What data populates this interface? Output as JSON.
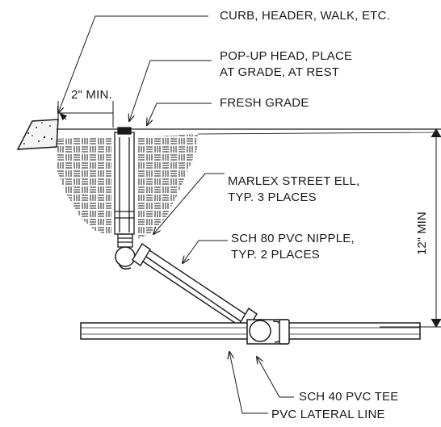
{
  "labels": {
    "curb": "CURB, HEADER, WALK, ETC.",
    "popup_line1": "POP-UP HEAD, PLACE",
    "popup_line2": "AT GRADE, AT REST",
    "min_width": "2\" MIN.",
    "fresh_grade": "FRESH GRADE",
    "street_ell_line1": "MARLEX STREET ELL,",
    "street_ell_line2": "TYP. 3 PLACES",
    "nipple_line1": "SCH 80 PVC NIPPLE,",
    "nipple_line2": "TYP. 2 PLACES",
    "depth": "12\" MIN",
    "tee": "SCH 40 PVC TEE",
    "lateral": "PVC LATERAL LINE"
  },
  "colors": {
    "ink": "#1a1a1a",
    "paper": "#ffffff"
  }
}
